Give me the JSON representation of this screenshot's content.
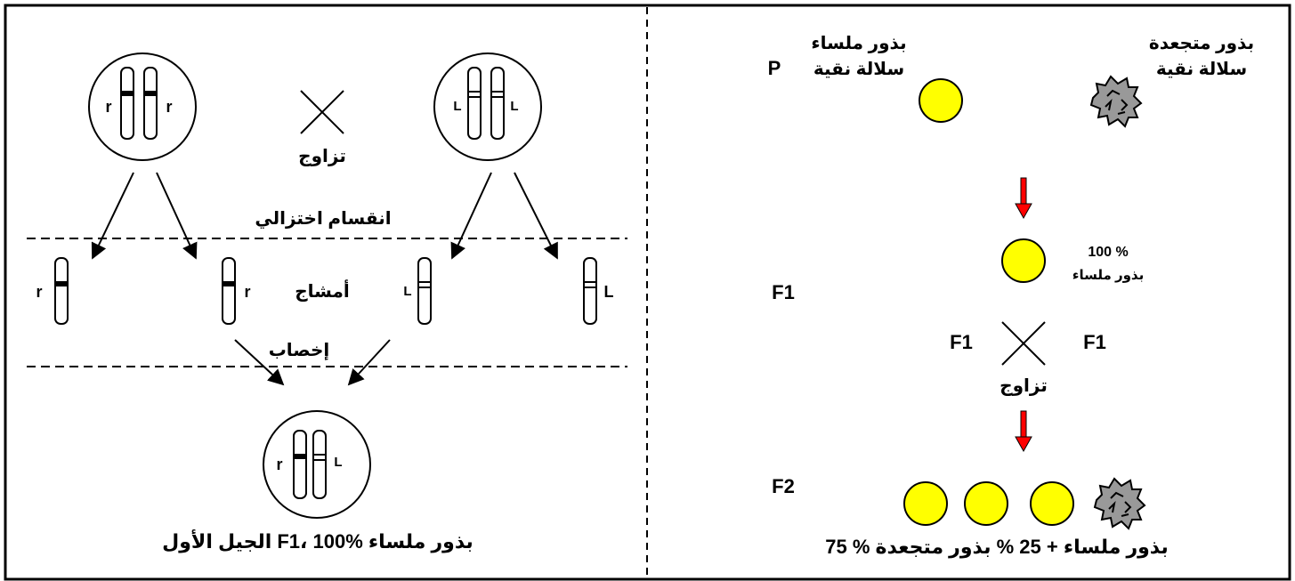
{
  "left_panel": {
    "cross_word": "تزاوج",
    "meiosis_label": "انقسام اختزالي",
    "gametes_label": "أمشاج",
    "fertilization_label": "إخصاب",
    "allele_recessive": "r",
    "allele_dominant": "L",
    "caption": "الجيل الأول F1، 100% بذور ملساء"
  },
  "right_panel": {
    "p_label": "P",
    "smooth_line1": "بذور ملساء",
    "smooth_line2": "سلالة نقية",
    "wrinkled_line1": "بذور متجعدة",
    "wrinkled_line2": "سلالة نقية",
    "f1_label": "F1",
    "f1_percent": "100 %",
    "f1_smooth": "بذور ملساء",
    "f1_left": "F1",
    "f1_right": "F1",
    "cross_word": "تزاوج",
    "f2_label": "F2",
    "f2_result": "75 %  بذور ملساء + 25 % بذور متجعدة"
  },
  "colors": {
    "smooth_seed": "#ffff00",
    "wrinkled_seed": "#999999",
    "arrow_red": "#ff0000"
  },
  "icons": [
    "cross-icon",
    "arrow-icon",
    "smooth-seed-icon",
    "wrinkled-seed-icon",
    "chromosome-icon",
    "cell-icon"
  ]
}
